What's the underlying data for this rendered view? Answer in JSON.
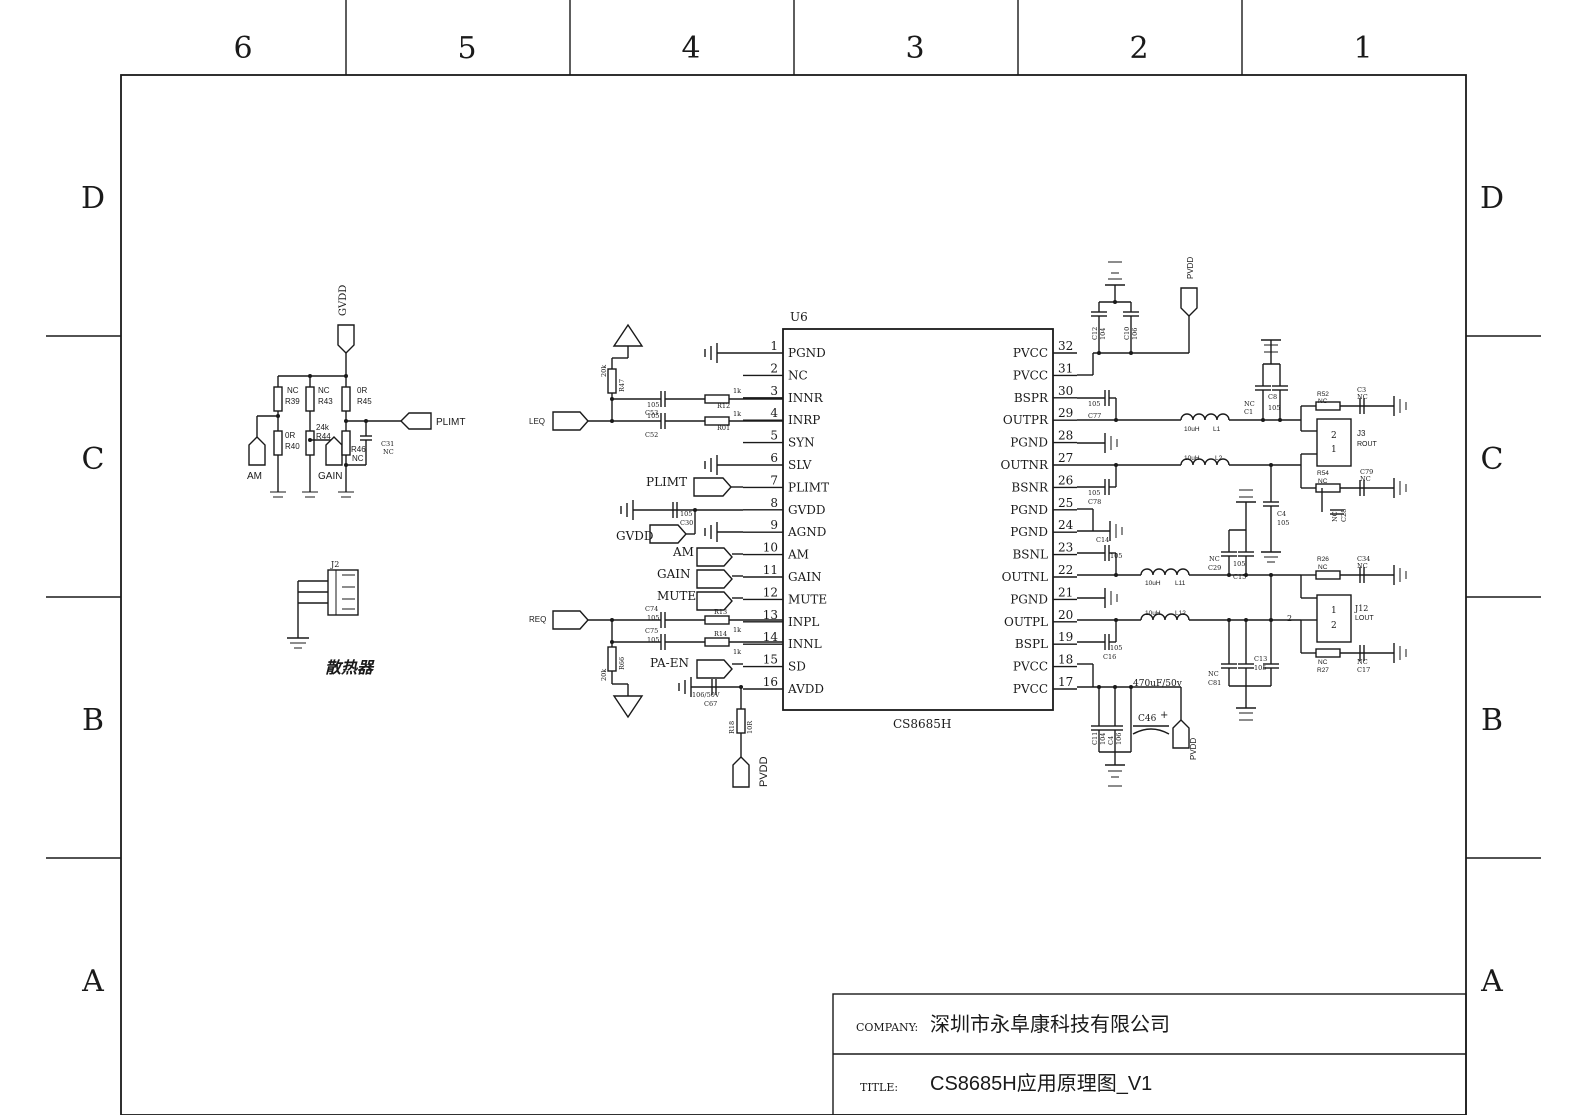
{
  "frame": {
    "columns": [
      "6",
      "5",
      "4",
      "3",
      "2",
      "1"
    ],
    "rows": [
      "D",
      "C",
      "B",
      "A"
    ]
  },
  "title_block": {
    "company_label": "COMPANY:",
    "company": "深圳市永阜康科技有限公司",
    "title_label": "TITLE:",
    "title": "CS8685H应用原理图_V1"
  },
  "ic": {
    "ref": "U6",
    "part": "CS8685H",
    "left_pins": [
      {
        "num": "1",
        "name": "PGND"
      },
      {
        "num": "2",
        "name": "NC"
      },
      {
        "num": "3",
        "name": "INNR"
      },
      {
        "num": "4",
        "name": "INRP"
      },
      {
        "num": "5",
        "name": "SYN"
      },
      {
        "num": "6",
        "name": "SLV"
      },
      {
        "num": "7",
        "name": "PLIMT"
      },
      {
        "num": "8",
        "name": "GVDD"
      },
      {
        "num": "9",
        "name": "AGND"
      },
      {
        "num": "10",
        "name": "AM"
      },
      {
        "num": "11",
        "name": "GAIN"
      },
      {
        "num": "12",
        "name": "MUTE"
      },
      {
        "num": "13",
        "name": "INPL"
      },
      {
        "num": "14",
        "name": "INNL"
      },
      {
        "num": "15",
        "name": "SD"
      },
      {
        "num": "16",
        "name": "AVDD"
      }
    ],
    "right_pins": [
      {
        "num": "32",
        "name": "PVCC"
      },
      {
        "num": "31",
        "name": "PVCC"
      },
      {
        "num": "30",
        "name": "BSPR"
      },
      {
        "num": "29",
        "name": "OUTPR"
      },
      {
        "num": "28",
        "name": "PGND"
      },
      {
        "num": "27",
        "name": "OUTNR"
      },
      {
        "num": "26",
        "name": "BSNR"
      },
      {
        "num": "25",
        "name": "PGND"
      },
      {
        "num": "24",
        "name": "PGND"
      },
      {
        "num": "23",
        "name": "BSNL"
      },
      {
        "num": "22",
        "name": "OUTNL"
      },
      {
        "num": "21",
        "name": "PGND"
      },
      {
        "num": "20",
        "name": "OUTPL"
      },
      {
        "num": "19",
        "name": "BSPL"
      },
      {
        "num": "18",
        "name": "PVCC"
      },
      {
        "num": "17",
        "name": "PVCC"
      }
    ]
  },
  "left_nets": {
    "plimt": "PLIMT",
    "gvdd": "GVDD",
    "am": "AM",
    "gain": "GAIN",
    "mute": "MUTE",
    "pa_en": "PA-EN",
    "leq": "LEQ",
    "req": "REQ",
    "pvdd": "PVDD"
  },
  "input_parts": {
    "r47": "R47",
    "r47v": "20k",
    "r12": "R12",
    "r12v": "1k",
    "r01": "R01",
    "r01v": "1k",
    "c53": "C53",
    "c53v": "105",
    "c52": "C52",
    "c52v": "105",
    "c74": "C74",
    "c74v": "105",
    "c75": "C75",
    "c75v": "105",
    "r13": "R13",
    "r13v": "1k",
    "r14": "R14",
    "r14v": "1k",
    "r66": "R66",
    "r66v": "20k",
    "c30": "C30",
    "c30v": "105",
    "c67": "C67",
    "c67v": "106/50V",
    "r18": "R18",
    "r18v": "10R"
  },
  "gain_block": {
    "gvdd": "GVDD",
    "plimt": "PLIMT",
    "am": "AM",
    "gain": "GAIN",
    "r39": "R39",
    "r39v": "NC",
    "r43": "R43",
    "r43v": "NC",
    "r45": "R45",
    "r45v": "0R",
    "r40": "R40",
    "r40v": "0R",
    "r44": "R44",
    "r44v": "24k",
    "r46": "R46",
    "r46v": "NC",
    "c31": "C31",
    "c31v": "NC"
  },
  "heatsink": {
    "ref": "J2",
    "label": "散热器"
  },
  "right_parts": {
    "pvdd_top": "PVDD",
    "pvdd_bot": "PVDD",
    "c12": "C12",
    "c12v": "104",
    "c10": "C10",
    "c10v": "106",
    "c77": "C77",
    "c77v": "105",
    "c78": "C78",
    "c78v": "105",
    "c14": "C14",
    "c14v": "105",
    "c16": "C16",
    "c16v": "105",
    "c11": "C11",
    "c11v": "104",
    "c4b": "C4",
    "c4bv": "106",
    "c46": "C46",
    "c46v": "470uF/50v",
    "l1": "L1",
    "l1v": "10uH",
    "l2": "L2",
    "l2v": "10uH",
    "l11": "L11",
    "l11v": "10uH",
    "l12": "L12",
    "l12v": "10uH",
    "c1": "C1",
    "c1v": "NC",
    "c8": "C8",
    "c8v": "105",
    "c3": "C3",
    "c3v": "NC",
    "r52": "R52",
    "r52v": "NC",
    "r54": "R54",
    "r54v": "NC",
    "c79": "C79",
    "c79v": "NC",
    "c28": "C28",
    "c28v": "NC",
    "c4": "C4",
    "c4v": "105",
    "j3": "J3",
    "j3name": "ROUT",
    "r26": "R26",
    "r26v": "NC",
    "c34": "C34",
    "c34v": "NC",
    "c29": "C29",
    "c29v": "NC",
    "c15": "C15",
    "c15v": "105",
    "j12": "J12",
    "j12name": "LOUT",
    "r27": "R27",
    "r27v": "NC",
    "c17": "C17",
    "c17v": "NC",
    "c81": "C81",
    "c81v": "NC",
    "c13": "C13",
    "c13v": "105",
    "conn_p1": "1",
    "conn_p2": "2"
  }
}
